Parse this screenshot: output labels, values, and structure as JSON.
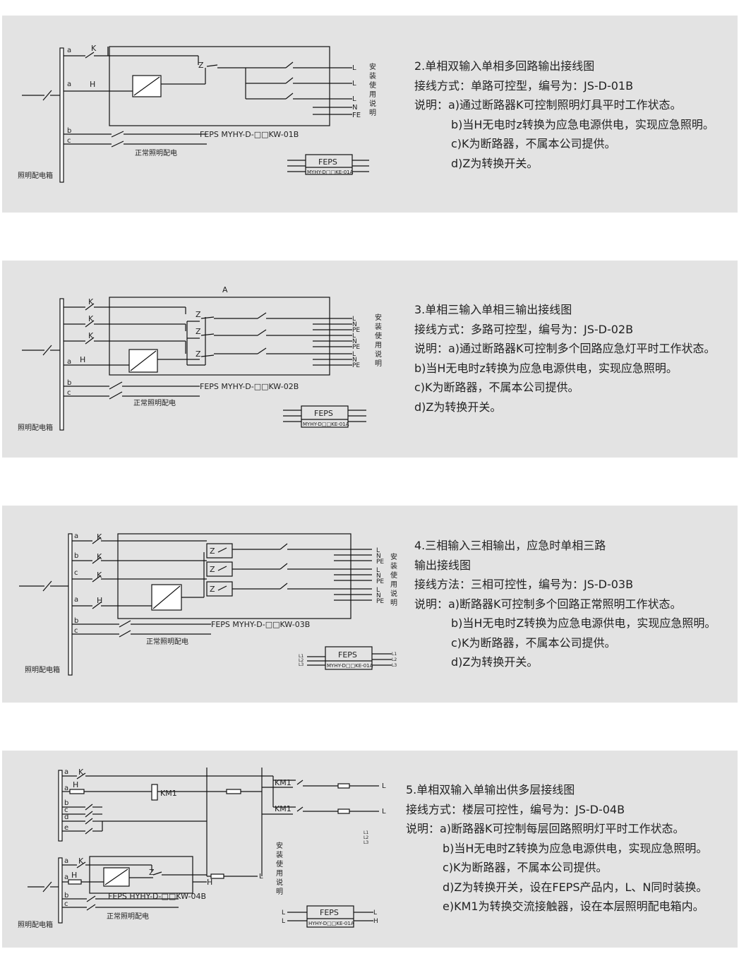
{
  "common": {
    "dist_box": "照明配电箱",
    "normal_power": "正常照明配电",
    "install_note": [
      "安",
      "装",
      "使",
      "用",
      "说",
      "明"
    ],
    "feps": "FEPS"
  },
  "panels": [
    {
      "title": "2.单相双输入单相多回路输出接线图",
      "mode": "接线方式：单路可控型，编号为：JS-D-01B",
      "note_a": "说明：a)通过断路器K可控制照明灯具平时工作状态。",
      "note_b": "b)当H无电时z转换为应急电源供电，实现应急照明。",
      "note_c": "c)K为断路器，不属本公司提供。",
      "note_d": "d)Z为转换开关。",
      "model": "FEPS MYHY-D-□□KW-01B",
      "module_code": "MYHY-D□□KE-01A",
      "outputs": [
        "L",
        "L",
        "L",
        "N",
        "FE"
      ]
    },
    {
      "title": "3.单相三输入单相三输出接线图",
      "mode": "接线方式：多路可控型，编号为：JS-D-02B",
      "note_a": "说明：a)通过断路器K可控制多个回路应急灯平时工作状态。",
      "note_b": "b)当H无电时z转换为应急电源供电，实现应急照明。",
      "note_c": "c)K为断路器，不属本公司提供。",
      "note_d": "d)Z为转换开关。",
      "model": "FEPS MYHY-D-□□KW-02B",
      "module_code": "MYHY-D□□KE-01A",
      "box_label": "A",
      "outputs": [
        "L",
        "N",
        "PE",
        "L",
        "N",
        "PE",
        "L",
        "N",
        "PE"
      ]
    },
    {
      "title": "4.三相输入三相输出，应急时单相三路",
      "title2": "输出接线图",
      "mode": "接线方法：三相可控性，编号为：JS-D-03B",
      "note_a": "说明：a)断路器K可控制多个回路正常照明工作状态。",
      "note_b": "b)当H无电时Z转换为应急电源供电，实现应急照明。",
      "note_c": "c)K为断路器，不属本公司提供。",
      "note_d": "d)Z为转换开关。",
      "model": "FEPS MYHY-D-□□KW-03B",
      "module_code": "MYHY-D□□KE-01A",
      "outputs": [
        "L",
        "N",
        "PE",
        "L",
        "N",
        "PE",
        "L",
        "N",
        "PE"
      ],
      "phase_labels": [
        "L1",
        "L2",
        "L3"
      ]
    },
    {
      "title": "5.单相双输入单输出供多层接线图",
      "mode": "接线方式：楼层可控性，编号为：JS-D-04B",
      "note_a": "说明：a)断路器K可控制每层回路照明灯平时工作状态。",
      "note_b": "b)当H无电时Z转换为应急电源供电，实现应急照明。",
      "note_c": "c)K为断路器，不属本公司提供。",
      "note_d": "d)Z为转换开关，设在FEPS产品内，L、N同时装换。",
      "note_e": "e)KM1为转换交流接触器，设在本层照明配电箱内。",
      "model": "FEPS HYHY-D-□□KW-04B",
      "module_code": "HYHY-D□□KE-01A",
      "contactor": "KM1",
      "phase_labels": [
        "L1",
        "L2",
        "L3"
      ]
    }
  ]
}
